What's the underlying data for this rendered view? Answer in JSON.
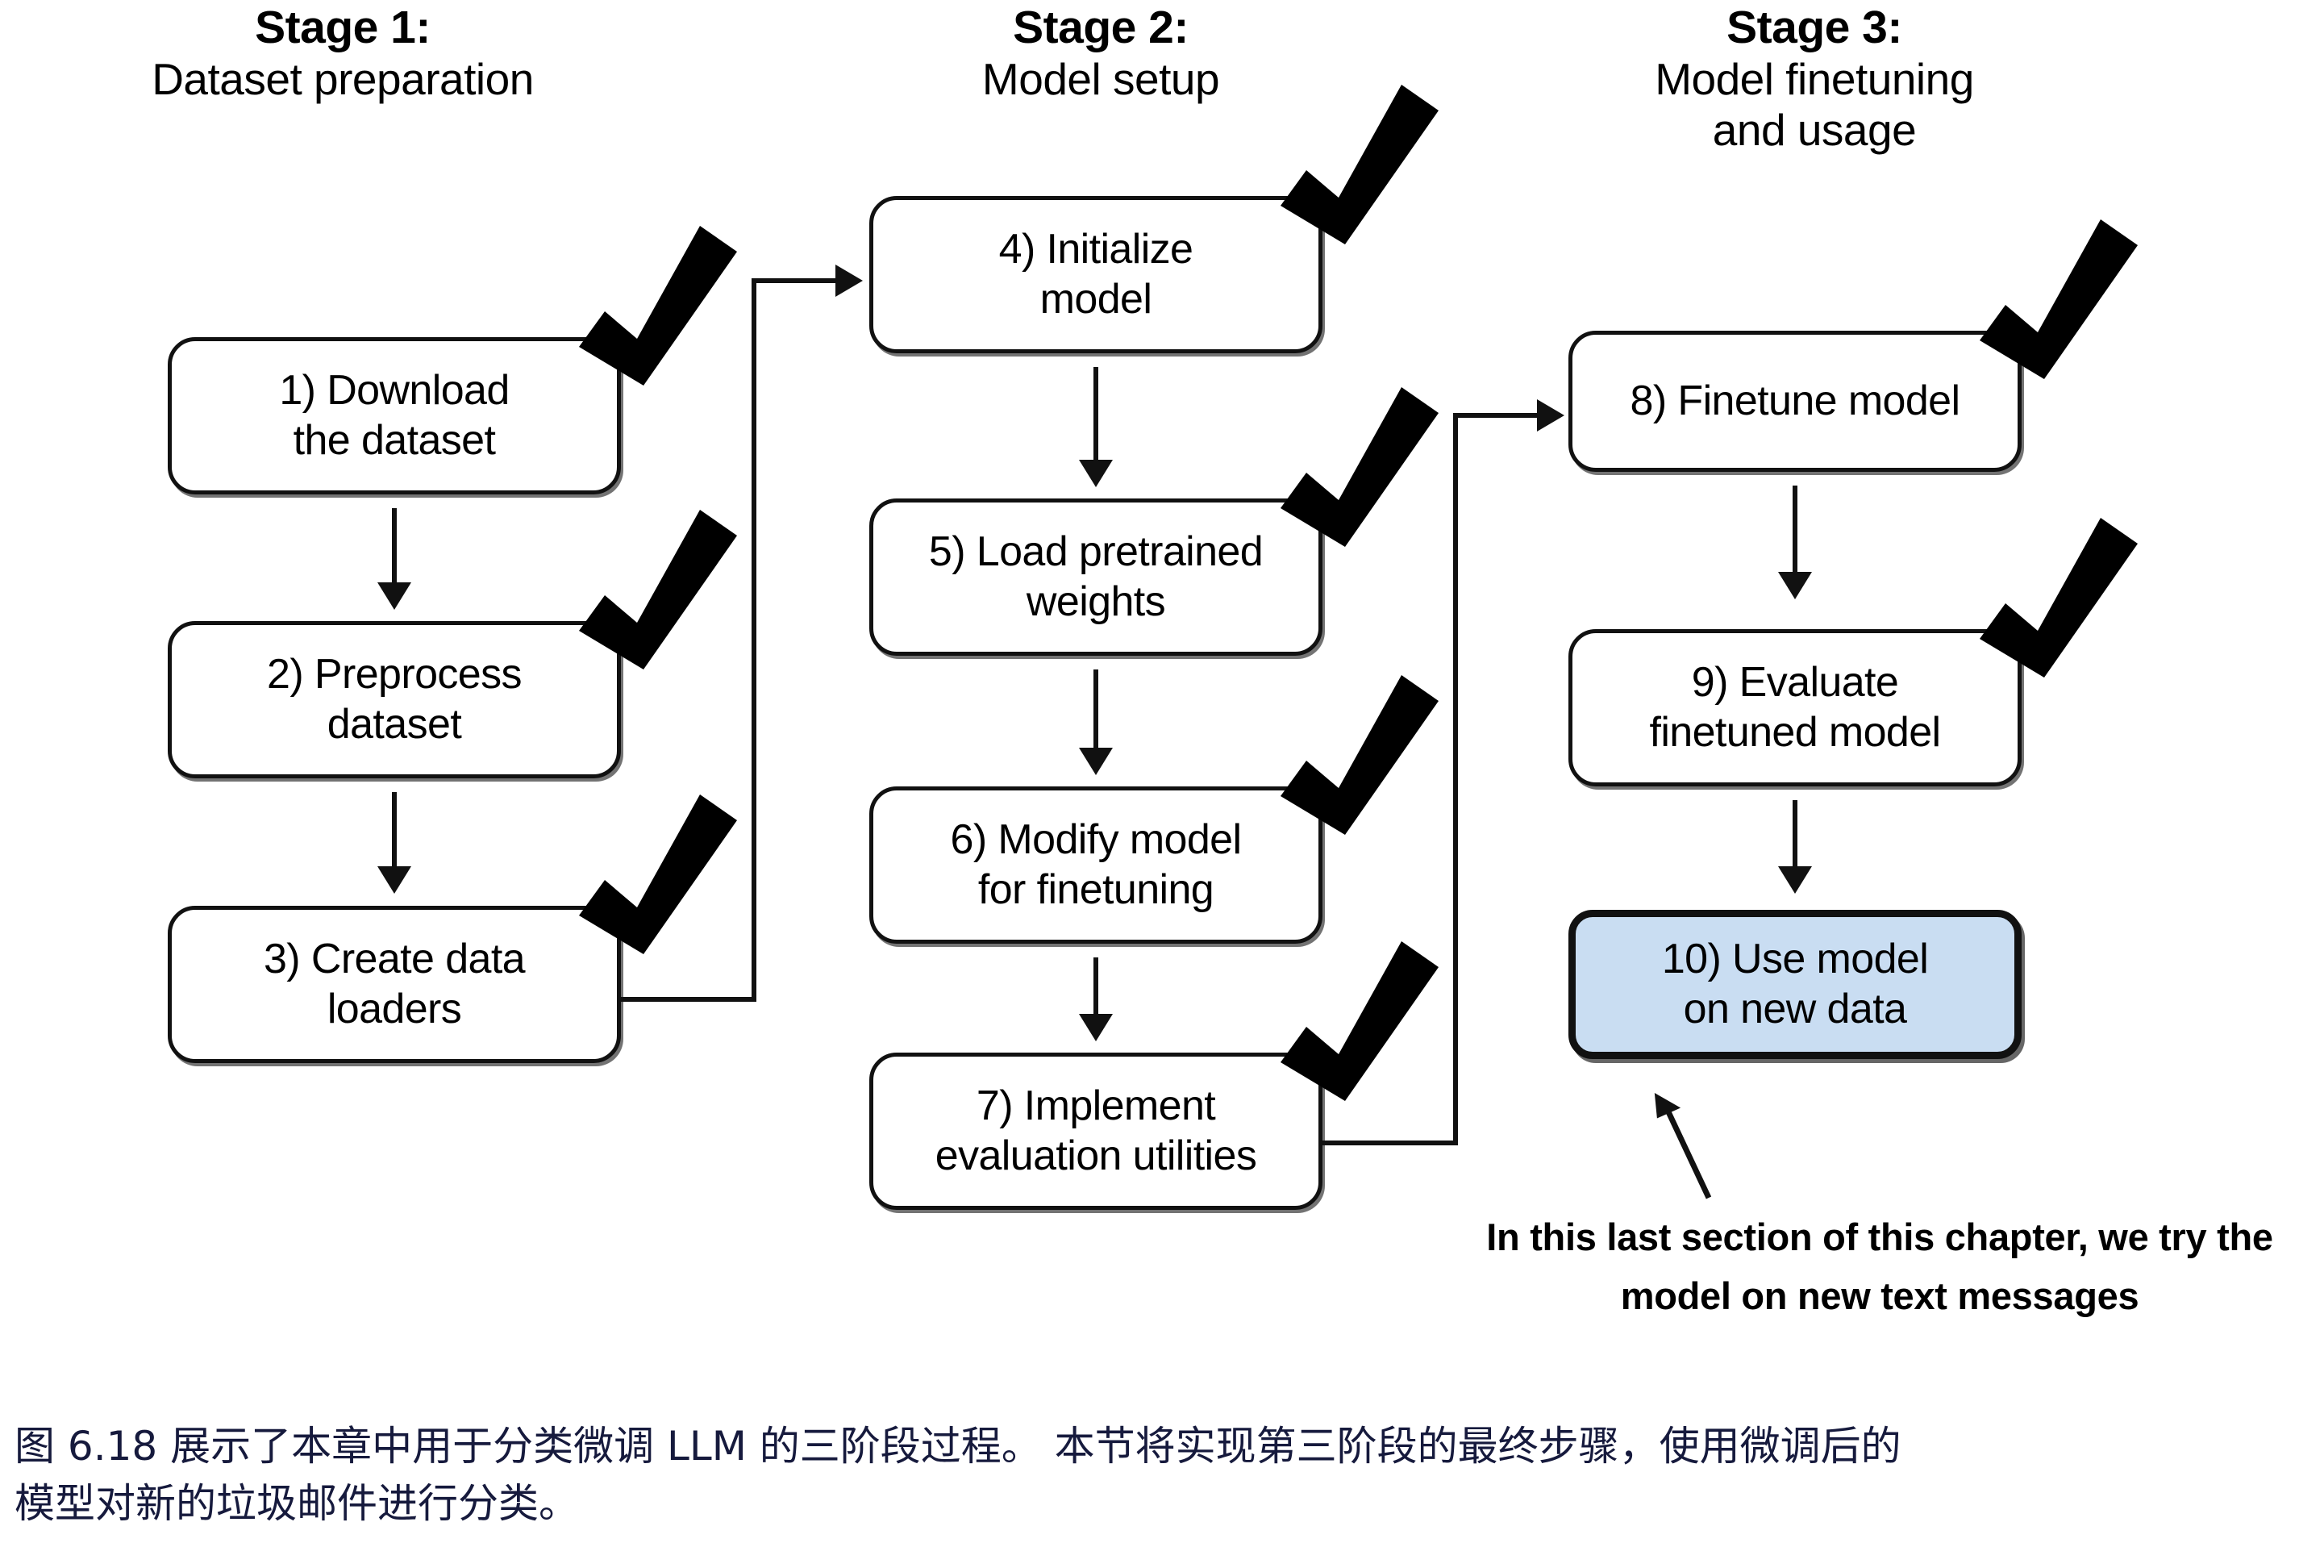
{
  "figure": {
    "stages": [
      {
        "id": "stage-1",
        "title": "Stage 1:",
        "subtitle": "Dataset preparation"
      },
      {
        "id": "stage-2",
        "title": "Stage 2:",
        "subtitle": "Model setup"
      },
      {
        "id": "stage-3",
        "title": "Stage 3:",
        "subtitle_line1": "Model finetuning",
        "subtitle_line2": "and usage"
      }
    ],
    "steps": [
      {
        "id": "step-1",
        "line1": "1) Download",
        "line2": "the dataset",
        "checked": true,
        "highlighted": false
      },
      {
        "id": "step-2",
        "line1": "2) Preprocess",
        "line2": "dataset",
        "checked": true,
        "highlighted": false
      },
      {
        "id": "step-3",
        "line1": "3) Create data",
        "line2": "loaders",
        "checked": true,
        "highlighted": false
      },
      {
        "id": "step-4",
        "line1": "4) Initialize",
        "line2": "model",
        "checked": true,
        "highlighted": false
      },
      {
        "id": "step-5",
        "line1": "5) Load pretrained",
        "line2": "weights",
        "checked": true,
        "highlighted": false
      },
      {
        "id": "step-6",
        "line1": "6) Modify model",
        "line2": "for finetuning",
        "checked": true,
        "highlighted": false
      },
      {
        "id": "step-7",
        "line1": "7) Implement",
        "line2": "evaluation utilities",
        "checked": true,
        "highlighted": false
      },
      {
        "id": "step-8",
        "line1": "8) Finetune model",
        "line2": "",
        "checked": true,
        "highlighted": false
      },
      {
        "id": "step-9",
        "line1": "9) Evaluate",
        "line2": "finetuned model",
        "checked": true,
        "highlighted": false
      },
      {
        "id": "step-10",
        "line1": "10) Use model",
        "line2": "on new data",
        "checked": false,
        "highlighted": true
      }
    ],
    "annotation": {
      "line1": "In this last section of this chapter, we try the",
      "line2": "model on new text messages"
    },
    "caption": {
      "line1": "图 6.18 展示了本章中用于分类微调 LLM 的三阶段过程。 本节将实现第三阶段的最终步骤，使用微调后的",
      "line2": "模型对新的垃圾邮件进行分类。"
    },
    "colors": {
      "highlight_fill": "#c9ddf2",
      "stroke": "#111111",
      "caption_text": "#161a3d",
      "background": "#ffffff"
    }
  }
}
